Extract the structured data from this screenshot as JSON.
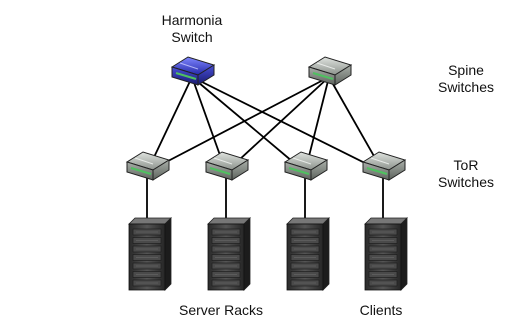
{
  "labels": {
    "harmonia_line1": "Harmonia",
    "harmonia_line2": "Switch",
    "spine_line1": "Spine",
    "spine_line2": "Switches",
    "tor_line1": "ToR",
    "tor_line2": "Switches",
    "server_racks": "Server Racks",
    "clients": "Clients"
  },
  "colors": {
    "harmonia_switch": "#3a3fd6",
    "switch_body": "#b7bdb7",
    "switch_port": "#4fc060",
    "rack": "#3a3a3a",
    "link": "#000000"
  },
  "nodes": {
    "spine": [
      "harmonia-switch",
      "spine-switch-2"
    ],
    "tor": [
      "tor-switch-1",
      "tor-switch-2",
      "tor-switch-3",
      "tor-switch-4"
    ],
    "racks": [
      "server-rack-1",
      "server-rack-2",
      "server-rack-3",
      "client-rack"
    ]
  },
  "links": [
    [
      "harmonia-switch",
      "tor-switch-1"
    ],
    [
      "harmonia-switch",
      "tor-switch-2"
    ],
    [
      "harmonia-switch",
      "tor-switch-3"
    ],
    [
      "harmonia-switch",
      "tor-switch-4"
    ],
    [
      "spine-switch-2",
      "tor-switch-1"
    ],
    [
      "spine-switch-2",
      "tor-switch-2"
    ],
    [
      "spine-switch-2",
      "tor-switch-3"
    ],
    [
      "spine-switch-2",
      "tor-switch-4"
    ],
    [
      "tor-switch-1",
      "server-rack-1"
    ],
    [
      "tor-switch-2",
      "server-rack-2"
    ],
    [
      "tor-switch-3",
      "server-rack-3"
    ],
    [
      "tor-switch-4",
      "client-rack"
    ]
  ]
}
